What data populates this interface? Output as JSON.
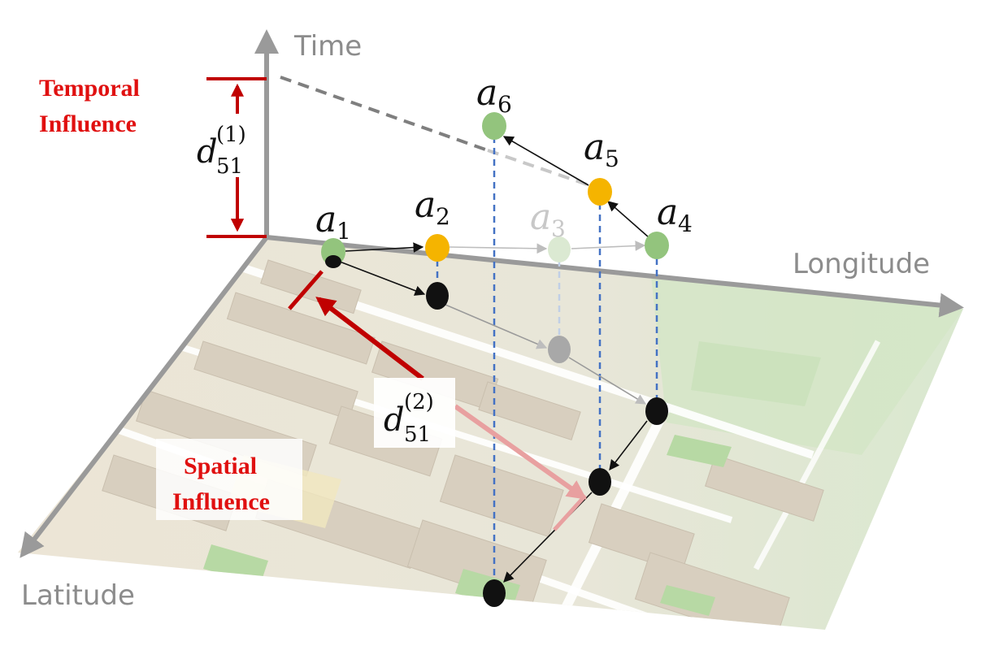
{
  "axes": {
    "time": "Time",
    "longitude": "Longitude",
    "latitude": "Latitude"
  },
  "influence": {
    "temporal": [
      "Temporal",
      "Influence"
    ],
    "spatial": [
      "Spatial",
      "Influence"
    ]
  },
  "distances": {
    "temporal": {
      "base": "d",
      "sub": "51",
      "sup": "(1)"
    },
    "spatial": {
      "base": "d",
      "sub": "51",
      "sup": "(2)"
    }
  },
  "nodes": [
    {
      "base": "a",
      "sub": "1"
    },
    {
      "base": "a",
      "sub": "2"
    },
    {
      "base": "a",
      "sub": "3"
    },
    {
      "base": "a",
      "sub": "4"
    },
    {
      "base": "a",
      "sub": "5"
    },
    {
      "base": "a",
      "sub": "6"
    }
  ],
  "colors": {
    "green": "#93c47d",
    "orange": "#f5b400",
    "red": "#c00000",
    "label_red": "#e01010",
    "axis": "#9a9a9a",
    "dashed_blue": "#4472c4"
  }
}
